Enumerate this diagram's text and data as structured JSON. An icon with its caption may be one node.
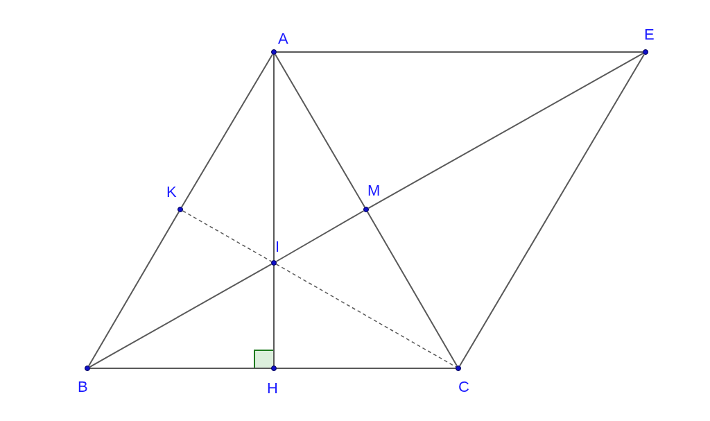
{
  "diagram": {
    "nodes": [
      {
        "text": [
          "A"
        ]
      },
      {
        "text": [
          "E"
        ]
      },
      {
        "text": [
          "K"
        ]
      },
      {
        "text": [
          "M"
        ]
      },
      {
        "text": [
          "I"
        ]
      },
      {
        "text": [
          "B"
        ]
      },
      {
        "text": [
          "H"
        ]
      },
      {
        "text": [
          "C"
        ]
      }
    ],
    "edges": [
      {
        "from": 0,
        "to": 1,
        "arrow": "none"
      },
      {
        "from": 0,
        "to": 2,
        "arrow": "none"
      },
      {
        "from": 2,
        "to": 5,
        "arrow": "none"
      },
      {
        "from": 0,
        "to": 4,
        "arrow": "none"
      },
      {
        "from": 4,
        "to": 6,
        "arrow": "none"
      },
      {
        "from": 0,
        "to": 3,
        "arrow": "none"
      },
      {
        "from": 3,
        "to": 7,
        "arrow": "none"
      },
      {
        "from": 5,
        "to": 4,
        "arrow": "none"
      },
      {
        "from": 4,
        "to": 3,
        "arrow": "none"
      },
      {
        "from": 3,
        "to": 1,
        "arrow": "none"
      },
      {
        "from": 1,
        "to": 7,
        "arrow": "none"
      },
      {
        "from": 5,
        "to": 6,
        "arrow": "none"
      },
      {
        "from": 6,
        "to": 7,
        "arrow": "none"
      },
      {
        "from": 2,
        "to": 4,
        "arrow": "none",
        "style": "dashed"
      },
      {
        "from": 4,
        "to": 7,
        "arrow": "none",
        "style": "dashed"
      }
    ]
  }
}
